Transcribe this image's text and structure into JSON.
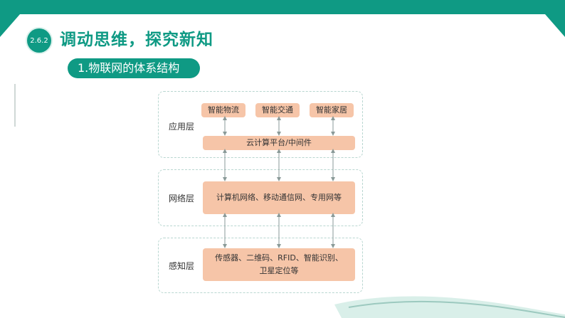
{
  "header": {
    "section_number": "2.6.2",
    "title": "调动思维，探究新知",
    "subtitle": "1.物联网的体系结构"
  },
  "diagram": {
    "layers": {
      "application": {
        "label": "应用层",
        "apps": [
          "智能物流",
          "智能交通",
          "智能家居"
        ],
        "platform": "云计算平台/中间件"
      },
      "network": {
        "label": "网络层",
        "content": "计算机网络、移动通信网、专用网等"
      },
      "perception": {
        "label": "感知层",
        "content_line1": "传感器、二维码、RFID、智能识别、",
        "content_line2": "卫星定位等"
      }
    }
  },
  "colors": {
    "accent": "#0f9a84",
    "node_fill": "#f6c5a8",
    "layer_border": "#b8d6d0"
  }
}
